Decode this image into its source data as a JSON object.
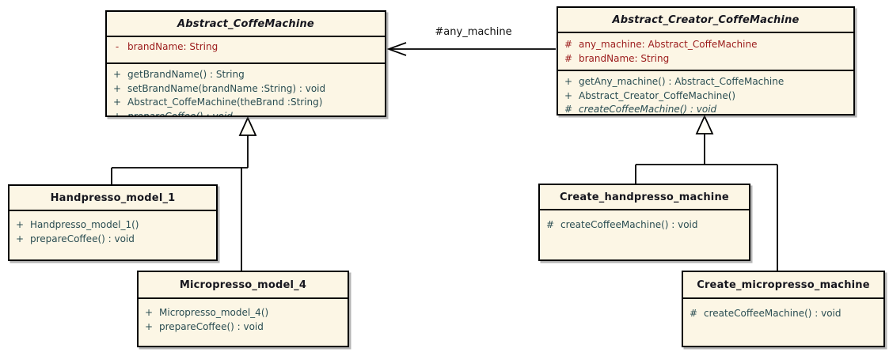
{
  "diagram": {
    "type": "uml-class-diagram",
    "colors": {
      "class_fill": "#FCF6E5",
      "border": "#000000",
      "title_text": "#16161E",
      "attribute_text": "#9B1B1B",
      "method_text": "#2A4D52",
      "background": "#FFFFFF"
    }
  },
  "classes": [
    {
      "name": "Abstract_CoffeMachine",
      "abstract": true,
      "attributes": [
        {
          "vis": "-",
          "text": "brandName: String"
        }
      ],
      "methods": [
        {
          "vis": "+",
          "text": "getBrandName() : String"
        },
        {
          "vis": "+",
          "text": "setBrandName(brandName :String) : void"
        },
        {
          "vis": "+",
          "text": "Abstract_CoffeMachine(theBrand :String)"
        },
        {
          "vis": "+",
          "text": "prepareCoffee() : void"
        }
      ]
    },
    {
      "name": "Abstract_Creator_CoffeMachine",
      "abstract": true,
      "attributes": [
        {
          "vis": "#",
          "text": "any_machine: Abstract_CoffeMachine"
        },
        {
          "vis": "#",
          "text": "brandName: String"
        }
      ],
      "methods": [
        {
          "vis": "+",
          "text": "getAny_machine() : Abstract_CoffeMachine"
        },
        {
          "vis": "+",
          "text": "Abstract_Creator_CoffeMachine()"
        },
        {
          "vis": "#",
          "text": "createCoffeeMachine() : void"
        }
      ]
    },
    {
      "name": "Handpresso_model_1",
      "abstract": false,
      "attributes": [],
      "methods": [
        {
          "vis": "+",
          "text": "Handpresso_model_1()"
        },
        {
          "vis": "+",
          "text": "prepareCoffee() : void"
        }
      ]
    },
    {
      "name": "Micropresso_model_4",
      "abstract": false,
      "attributes": [],
      "methods": [
        {
          "vis": "+",
          "text": "Micropresso_model_4()"
        },
        {
          "vis": "+",
          "text": "prepareCoffee() : void"
        }
      ]
    },
    {
      "name": "Create_handpresso_machine",
      "abstract": false,
      "attributes": [],
      "methods": [
        {
          "vis": "#",
          "text": "createCoffeeMachine() : void"
        }
      ]
    },
    {
      "name": "Create_micropresso_machine",
      "abstract": false,
      "attributes": [],
      "methods": [
        {
          "vis": "#",
          "text": "createCoffeeMachine() : void"
        }
      ]
    }
  ],
  "relationships": [
    {
      "type": "directed-association",
      "from": "Abstract_Creator_CoffeMachine",
      "to": "Abstract_CoffeMachine",
      "label": "#any_machine"
    },
    {
      "type": "generalization",
      "from": "Handpresso_model_1",
      "to": "Abstract_CoffeMachine"
    },
    {
      "type": "generalization",
      "from": "Micropresso_model_4",
      "to": "Abstract_CoffeMachine"
    },
    {
      "type": "generalization",
      "from": "Create_handpresso_machine",
      "to": "Abstract_Creator_CoffeMachine"
    },
    {
      "type": "generalization",
      "from": "Create_micropresso_machine",
      "to": "Abstract_Creator_CoffeMachine"
    }
  ]
}
